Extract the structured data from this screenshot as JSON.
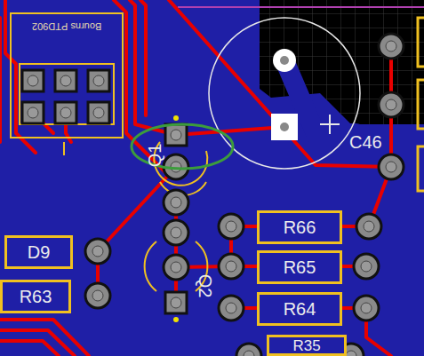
{
  "diagram": {
    "nodes": [
      {
        "text": [
          "Bourns PTD902"
        ]
      },
      {
        "text": [
          "D9"
        ]
      },
      {
        "text": [
          "R63"
        ]
      },
      {
        "text": [
          "R66"
        ]
      },
      {
        "text": [
          "R65"
        ]
      },
      {
        "text": [
          "R64"
        ]
      },
      {
        "text": [
          "R35"
        ]
      }
    ],
    "labels": [
      "Q1",
      "Q2",
      "C46"
    ]
  }
}
